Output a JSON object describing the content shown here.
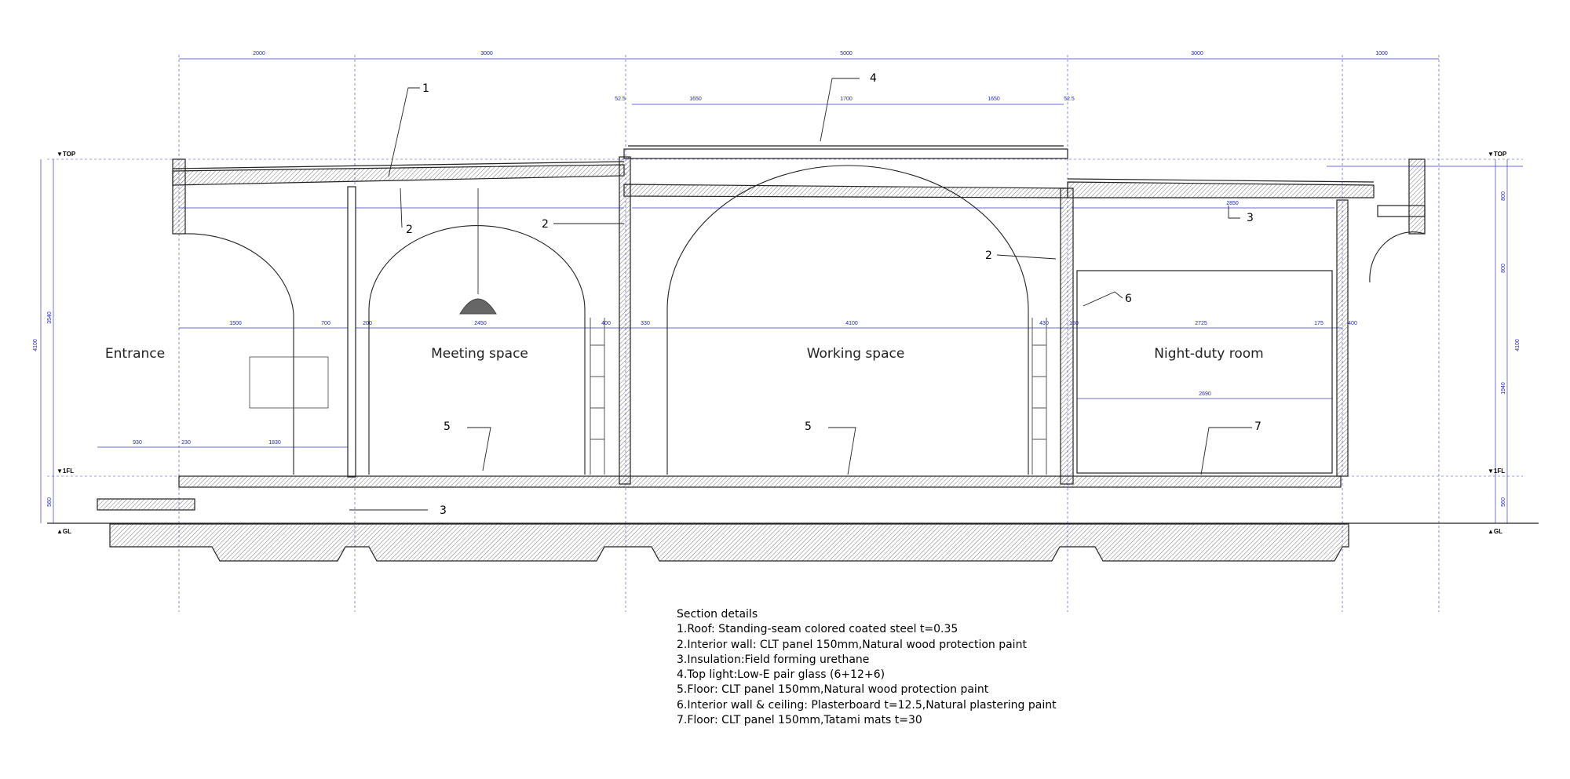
{
  "rooms": {
    "entrance": "Entrance",
    "meeting": "Meeting space",
    "working": "Working space",
    "night_duty": "Night-duty room"
  },
  "levels": {
    "top": "▼TOP",
    "fl": "▼1FL",
    "gl": "▲GL"
  },
  "top_dims": [
    "2000",
    "3000",
    "5000",
    "3000",
    "1000"
  ],
  "toplight_dims": [
    "52.5",
    "1650",
    "1700",
    "1650",
    "52.5"
  ],
  "callouts": [
    "1",
    "2",
    "2",
    "2",
    "3",
    "3",
    "4",
    "5",
    "5",
    "6",
    "7"
  ],
  "left_dims": [
    "4100",
    "3540",
    "560"
  ],
  "right_dims": [
    "4100",
    "800",
    "800",
    "1940",
    "560"
  ],
  "span_dims": [
    "1500",
    "700",
    "200",
    "2450",
    "400",
    "330",
    "4100",
    "430",
    "150",
    "2725",
    "175",
    "400"
  ],
  "lower_dims": [
    "930",
    "230",
    "1830",
    "2850",
    "2690"
  ],
  "section": {
    "title": "Section details",
    "items": [
      "1.Roof: Standing-seam colored coated steel t=0.35",
      "2.Interior wall: CLT panel 150mm,Natural wood protection paint",
      "3.Insulation:Field forming urethane",
      "4.Top light:Low-E pair glass (6+12+6)",
      "5.Floor: CLT panel 150mm,Natural wood protection paint",
      "6.Interior wall & ceiling: Plasterboard t=12.5,Natural plastering paint",
      "7.Floor: CLT panel 150mm,Tatami mats t=30"
    ]
  },
  "colors": {
    "line": "#333333",
    "dimension": "#1f1fc8",
    "hatch": "#555555",
    "pendant": "#666666"
  }
}
